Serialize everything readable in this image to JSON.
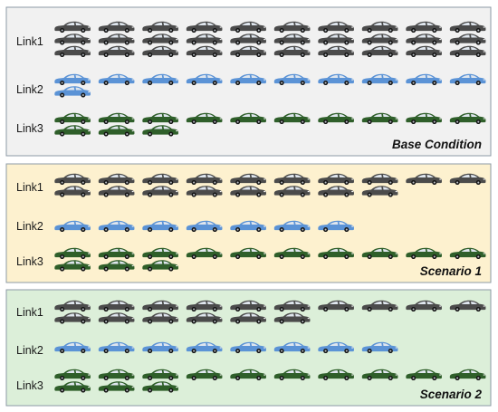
{
  "panels": [
    {
      "caption": "Base Condition",
      "background": "#f1f1f1",
      "links": [
        {
          "label": "Link1",
          "vehicles": 30,
          "color": "#4b4b4b"
        },
        {
          "label": "Link2",
          "vehicles": 11,
          "color": "#5b93d6"
        },
        {
          "label": "Link3",
          "vehicles": 13,
          "color": "#2f5f2a"
        }
      ]
    },
    {
      "caption": "Scenario 1",
      "background": "#fdf1cf",
      "links": [
        {
          "label": "Link1",
          "vehicles": 18,
          "color": "#4b4b4b"
        },
        {
          "label": "Link2",
          "vehicles": 7,
          "color": "#5b93d6"
        },
        {
          "label": "Link3",
          "vehicles": 13,
          "color": "#2f5f2a"
        }
      ]
    },
    {
      "caption": "Scenario 2",
      "background": "#dcefd9",
      "links": [
        {
          "label": "Link1",
          "vehicles": 16,
          "color": "#4b4b4b"
        },
        {
          "label": "Link2",
          "vehicles": 8,
          "color": "#5b93d6"
        },
        {
          "label": "Link3",
          "vehicles": 13,
          "color": "#2f5f2a"
        }
      ]
    }
  ]
}
